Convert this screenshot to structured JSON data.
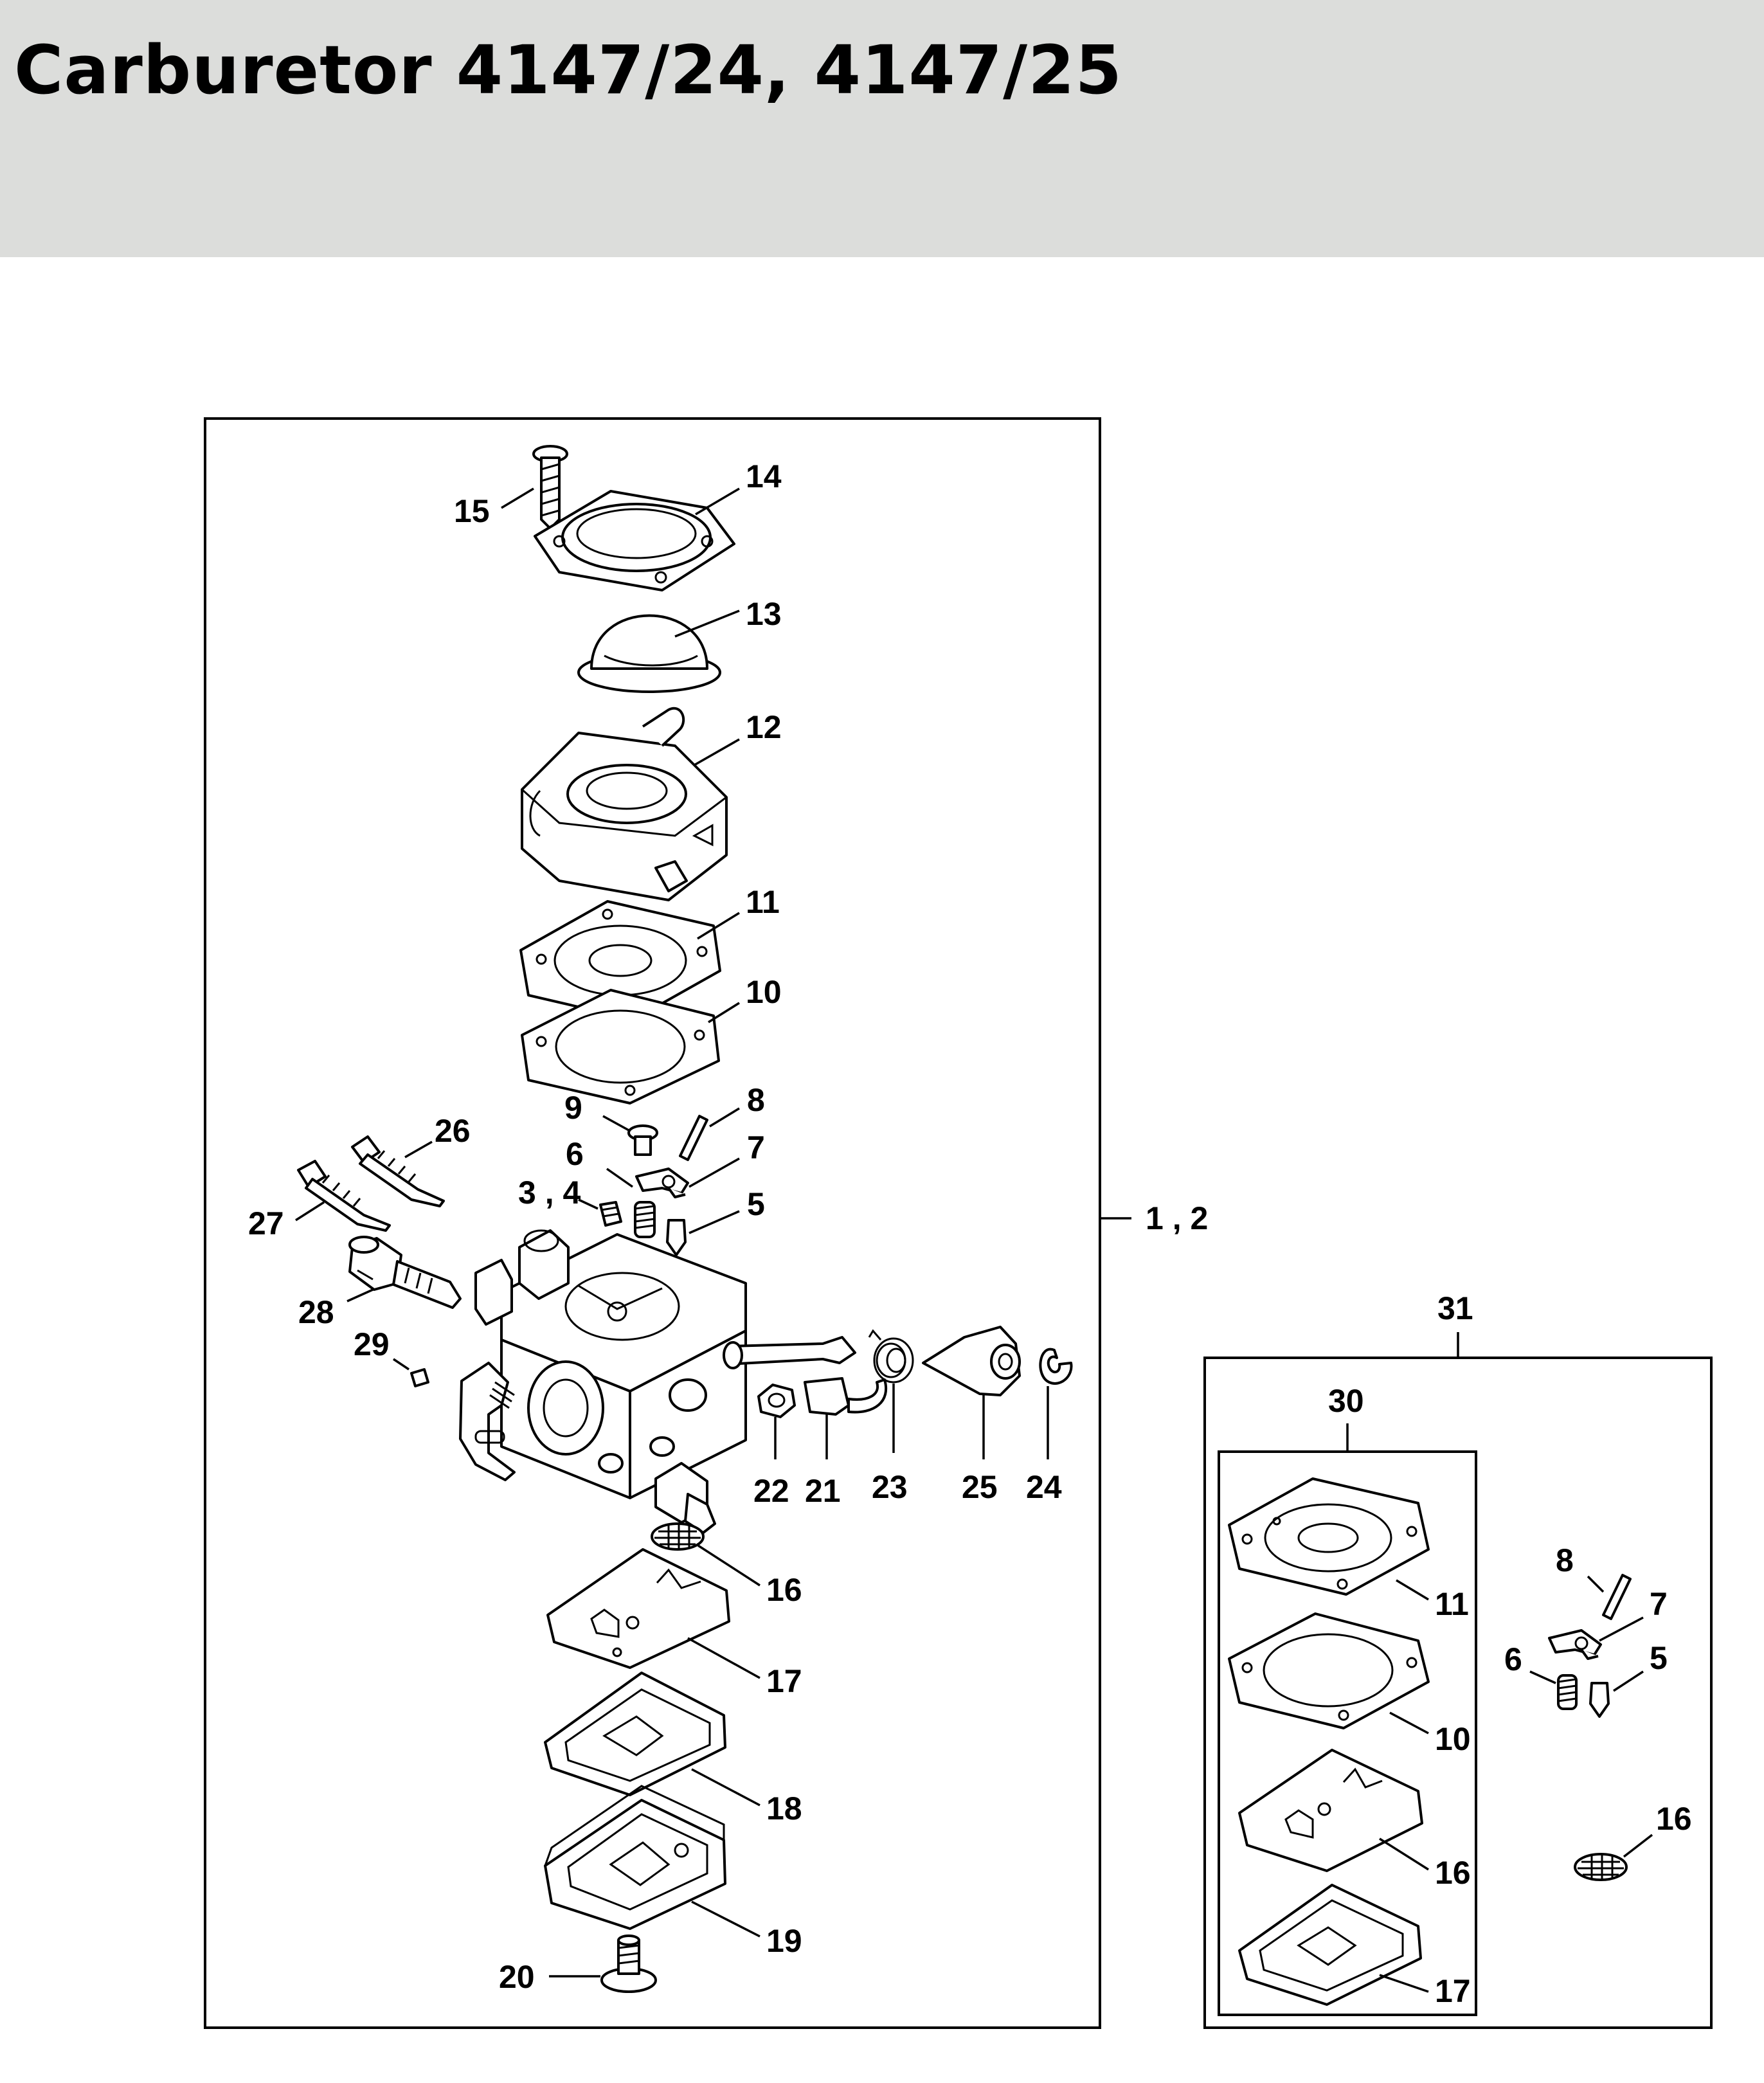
{
  "title": "Carburetor 4147/24, 4147/25",
  "labels": {
    "l15": "15",
    "l14": "14",
    "l13": "13",
    "l12": "12",
    "l11": "11",
    "l10": "10",
    "l9": "9",
    "l8": "8",
    "l26": "26",
    "l6": "6",
    "l7": "7",
    "l34": "3 , 4",
    "l5": "5",
    "l27": "27",
    "l12asm": "1 , 2",
    "l28": "28",
    "l29": "29",
    "l22": "22",
    "l21": "21",
    "l23": "23",
    "l25": "25",
    "l24": "24",
    "l16": "16",
    "l17": "17",
    "l18": "18",
    "l19": "19",
    "l20": "20",
    "k31": "31",
    "k30": "30",
    "k11": "11",
    "k10": "10",
    "k16": "16",
    "k17": "17",
    "k8": "8",
    "k7": "7",
    "k6": "6",
    "k5": "5",
    "k16b": "16"
  }
}
